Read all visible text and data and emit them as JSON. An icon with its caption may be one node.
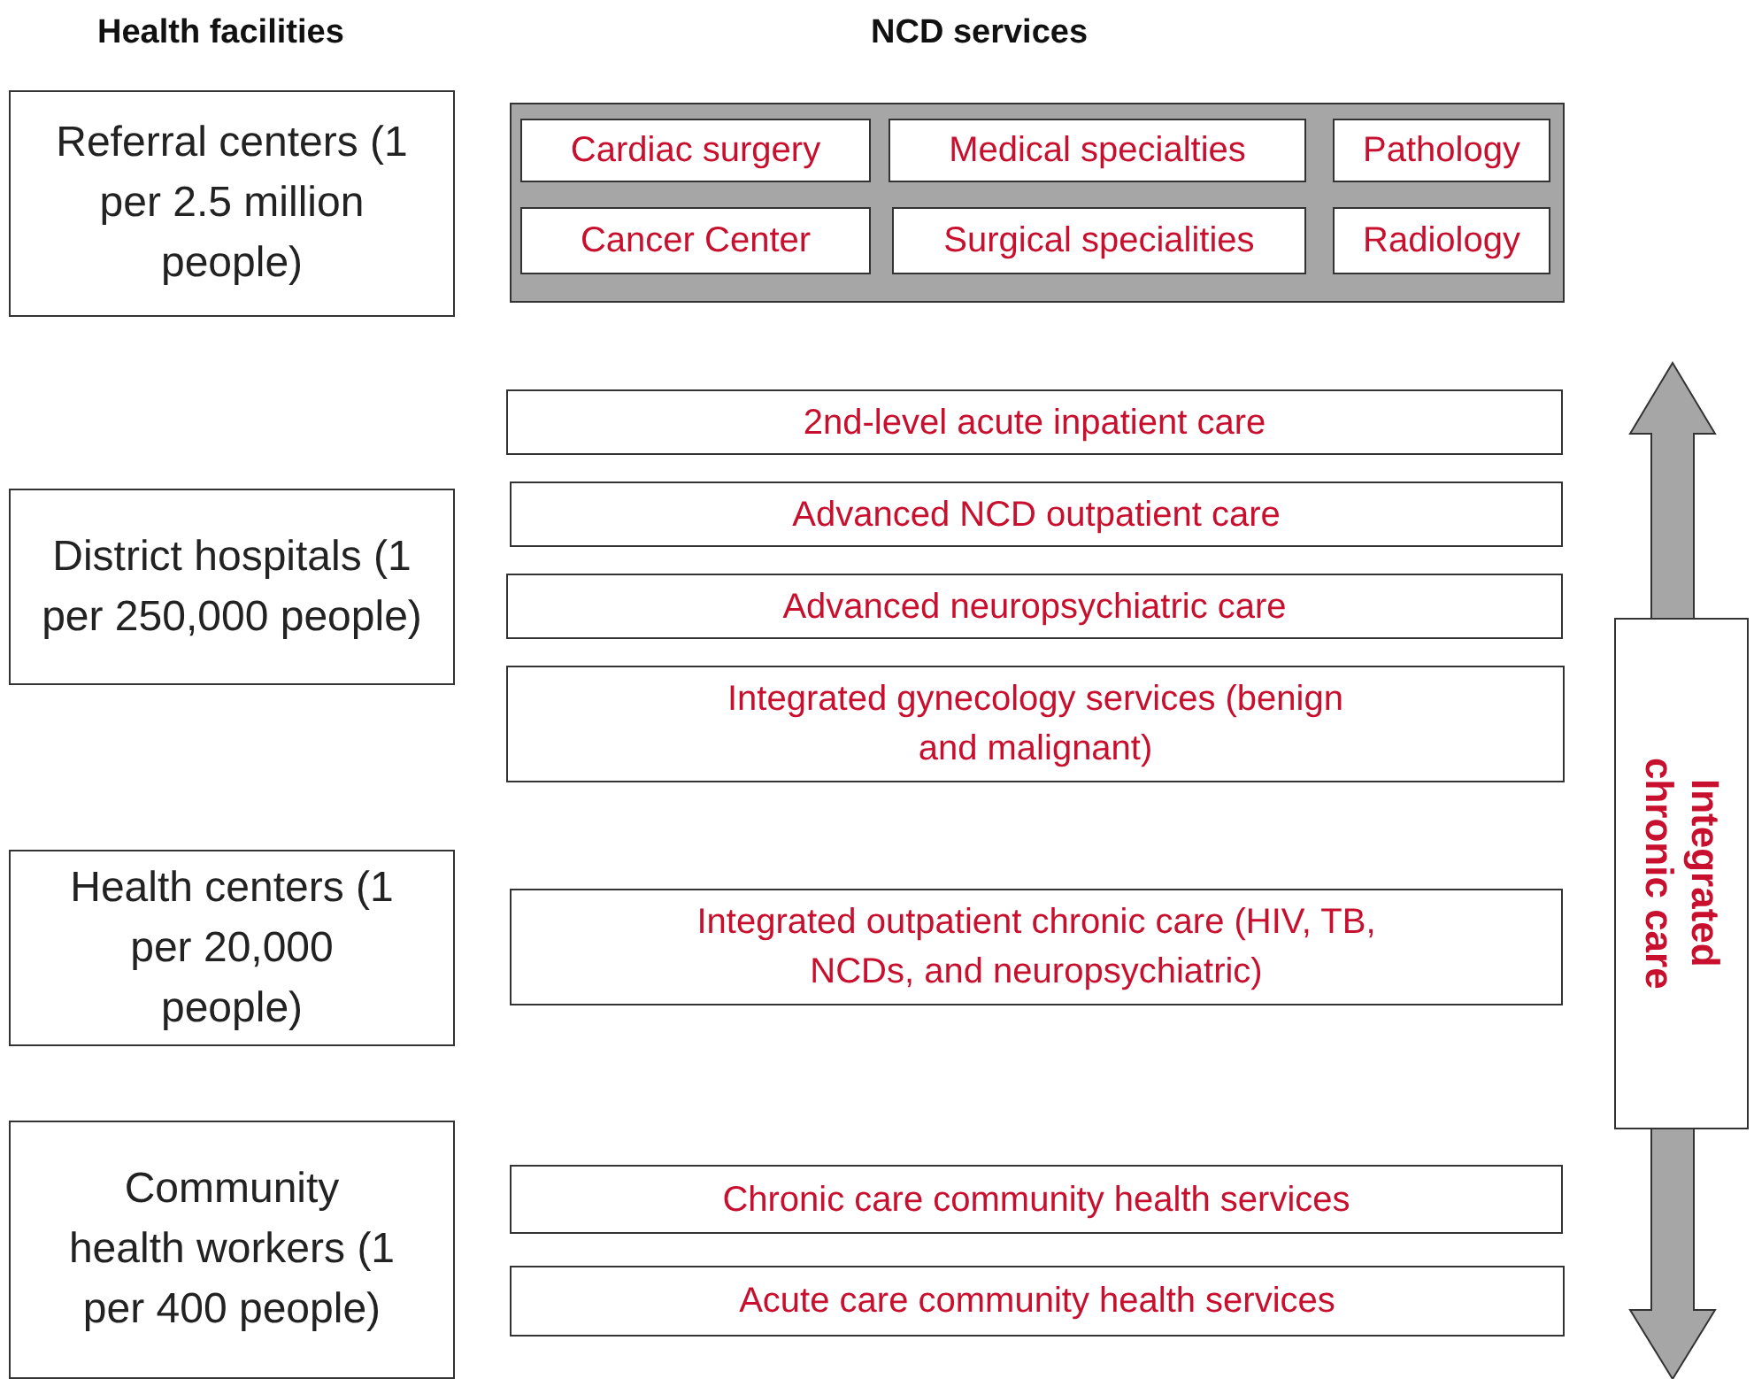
{
  "diagram": {
    "nodes": [
      {
        "text": [
          "Referral centers (1 per 2.5 million people)"
        ]
      },
      {
        "text": [],
        "shape": "box"
      },
      {
        "text": [
          "Cardiac surgery"
        ],
        "in": 1
      },
      {
        "text": [
          "Medical specialties"
        ],
        "in": 1
      },
      {
        "text": [
          "Pathology"
        ],
        "in": 1
      },
      {
        "text": [
          "Cancer Center"
        ],
        "in": 1
      },
      {
        "text": [
          "Surgical specialities"
        ],
        "in": 1
      },
      {
        "text": [
          "Radiology"
        ],
        "in": 1
      },
      {
        "text": [
          "District hospitals (1 per 250,000 people)"
        ]
      },
      {
        "text": [
          "2nd-level acute inpatient care"
        ]
      },
      {
        "text": [
          "Advanced NCD outpatient care"
        ]
      },
      {
        "text": [
          "Advanced neuropsychiatric care"
        ]
      },
      {
        "text": [
          "Integrated gynecology services (benign and malignant)"
        ]
      },
      {
        "text": [
          "Health centers (1 per 20,000 people)"
        ]
      },
      {
        "text": [
          "Integrated outpatient chronic care (HIV, TB, NCDs, and neuropsychiatric)"
        ]
      },
      {
        "text": [
          "Community health workers (1 per 400 people)"
        ]
      },
      {
        "text": [
          "Chronic care community health services"
        ]
      },
      {
        "text": [
          "Acute care community health services"
        ]
      },
      {
        "text": [
          "Integrated chronic care"
        ]
      }
    ],
    "edges": [],
    "labels": [
      "Health facilities",
      "NCD services"
    ]
  }
}
